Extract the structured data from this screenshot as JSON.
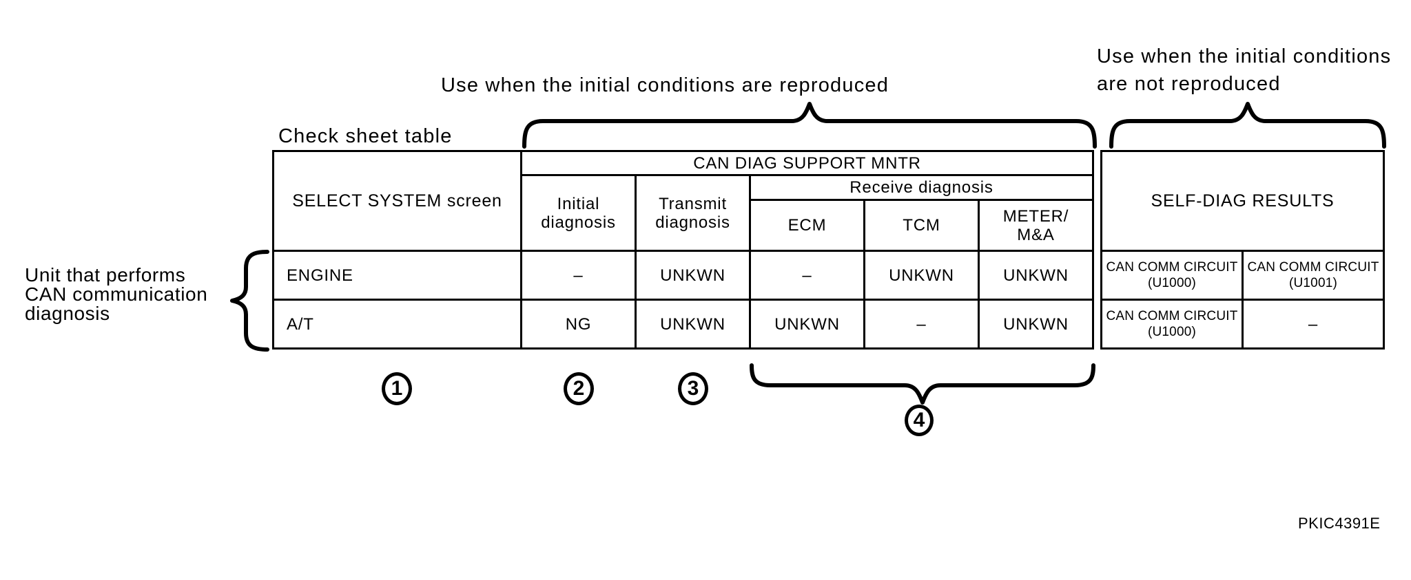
{
  "colors": {
    "ink": "#000000",
    "background": "#ffffff"
  },
  "figure_code": "PKIC4391E",
  "annotations": {
    "check_sheet_label": "Check sheet table",
    "reproduced": "Use when the initial conditions are reproduced",
    "not_reproduced": "Use when the initial conditions\nare not reproduced",
    "unit_label": "Unit that performs\nCAN communication\ndiagnosis",
    "callouts": [
      "1",
      "2",
      "3",
      "4"
    ]
  },
  "table": {
    "headers": {
      "select_system": "SELECT SYSTEM screen",
      "can_diag_support_mntr": "CAN DIAG SUPPORT MNTR",
      "initial_diagnosis": "Initial\ndiagnosis",
      "transmit_diagnosis": "Transmit\ndiagnosis",
      "receive_diagnosis": "Receive diagnosis",
      "ecm": "ECM",
      "tcm": "TCM",
      "meter": "METER/\nM&A",
      "self_diag_results": "SELF-DIAG RESULTS"
    },
    "rows": [
      {
        "system": "ENGINE",
        "initial": "–",
        "transmit": "UNKWN",
        "ecm": "–",
        "tcm": "UNKWN",
        "meter": "UNKWN",
        "self_diag_u1000": "CAN COMM CIRCUIT\n(U1000)",
        "self_diag_u1001": "CAN COMM CIRCUIT\n(U1001)"
      },
      {
        "system": "A/T",
        "initial": "NG",
        "transmit": "UNKWN",
        "ecm": "UNKWN",
        "tcm": "–",
        "meter": "UNKWN",
        "self_diag_u1000": "CAN COMM CIRCUIT\n(U1000)",
        "self_diag_u1001": "–"
      }
    ]
  }
}
